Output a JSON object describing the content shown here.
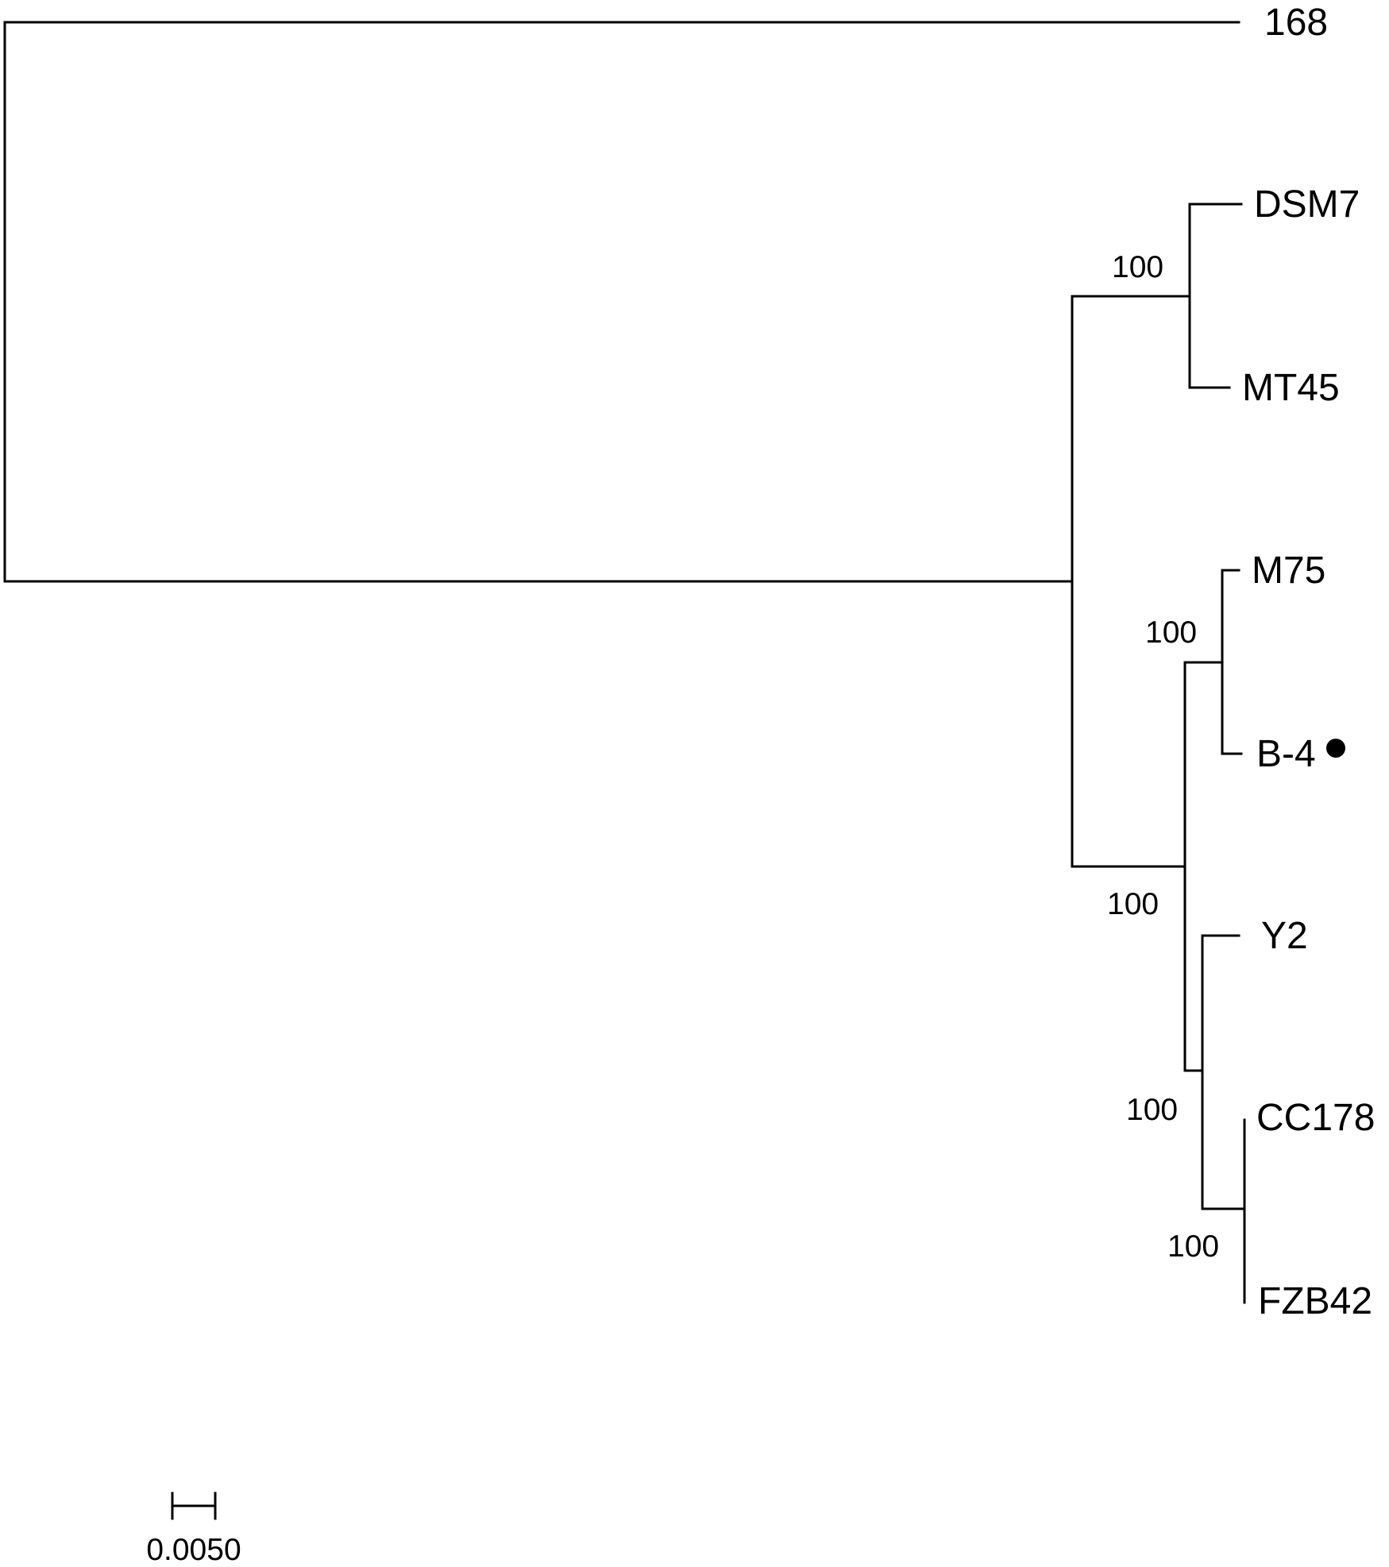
{
  "tree": {
    "leaves": [
      {
        "id": "t168",
        "label": "168",
        "marker": false
      },
      {
        "id": "tDSM7",
        "label": "DSM7",
        "marker": false
      },
      {
        "id": "tMT45",
        "label": "MT45",
        "marker": false
      },
      {
        "id": "tM75",
        "label": "M75",
        "marker": false
      },
      {
        "id": "tB4",
        "label": "B-4",
        "marker": true
      },
      {
        "id": "tY2",
        "label": "Y2",
        "marker": false
      },
      {
        "id": "tCC178",
        "label": "CC178",
        "marker": false
      },
      {
        "id": "tFZB42",
        "label": "FZB42",
        "marker": false
      }
    ],
    "support_values": [
      {
        "node": "dsm7-mt45",
        "value": "100"
      },
      {
        "node": "m75-b4",
        "value": "100"
      },
      {
        "node": "m75-b4-y2-cc178-fzb42",
        "value": "100"
      },
      {
        "node": "y2-cc178-fzb42",
        "value": "100"
      },
      {
        "node": "cc178-fzb42",
        "value": "100"
      }
    ],
    "marker_colors": {
      "line": "#000000",
      "marker": "#000000"
    }
  },
  "scale_bar": {
    "label": "0.0050",
    "value": 0.005
  }
}
